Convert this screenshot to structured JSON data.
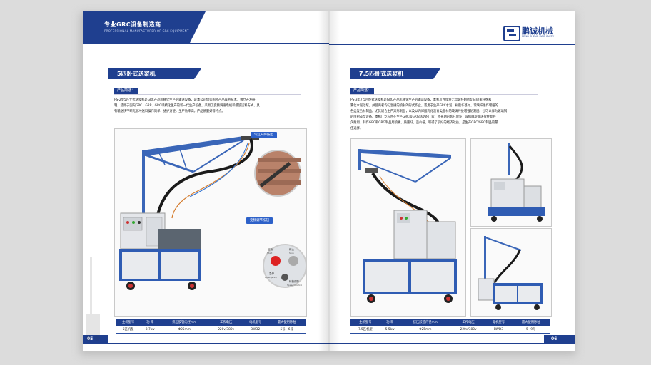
{
  "left_page": {
    "header_title": "专业GRC设备制造商",
    "header_subtitle": "PROFESSIONAL MANUFACTURER OF GRC EQUIPMENT",
    "section_title": "5匹卧式送浆机",
    "desc_tag": "产品简述：",
    "description": [
      "PS-2型5匹立式送浆机是GRC产品机械化生产的输送设备，是本公司借鉴国外产品成熟技术，独立开发研",
      "制，适用于国内GRC、GRP、GRG喷模化生产的新一代生产设备。采用了变频调速电机和螺旋送料方式，具",
      "有输送快不断无脉冲送料操作简单、维护方便，生产效率高，产品质量好等特点。"
    ],
    "callouts": [
      "气缸升降按型",
      "变频调节按钮"
    ],
    "panel_labels": [
      "起动",
      "Start",
      "停止",
      "Stop",
      "急停",
      "Emergency",
      "转换调节",
      "Speed Control"
    ],
    "spec_headers": [
      "主机型号",
      "功 率",
      "挤压胶管内径mm",
      "工作电压",
      "电机型号",
      "最大使用砂粒"
    ],
    "spec_values": [
      "5匹机型",
      "3.7kw",
      "Φ25mm",
      "220v/380v",
      "BWD2",
      "5号、6号"
    ],
    "page_number": "05"
  },
  "right_page": {
    "logo_name": "鹏诚机械",
    "logo_en": "PENG CHENG MACHINERY",
    "section_title": "7.5匹卧式送浆机",
    "desc_tag": "产品简述：",
    "description": [
      "PS-3型7.5匹卧式送浆机是GRC产品机械化生产的输送设备，本机可连续将无捻玻纤粗纱切成短束纤维和",
      "雾化水泥砂浆，并使两者均匀混撞的喷射的形式作业。适用于生产GRC水泥、树脂作基材，玻璃纤维作增强的",
      "各类复合材制品。尤其适合生产异形制品，以及以丙烯酸乳化沥青类基材的玻璃纤维增强防潮层。也可以作为玻璃钢",
      "的喷射成型设备。本机广泛应用在生产GRC和GRG制品的厂家，经长期的客户验证，该机械旋输送搅拌能经",
      "久耐用，制作GRC和GRG制品用喷嘴，质量好，造价低，取得了良好的经济效益，是生产GRC/GRG制品的最",
      "佳选择。"
    ],
    "spec_headers": [
      "主机型号",
      "功 率",
      "挤压胶管内径mm",
      "工作电压",
      "电机型号",
      "最大使用砂粒"
    ],
    "spec_values": [
      "7.5匹机型",
      "5.5kw",
      "Φ25mm",
      "220v/380v",
      "BWD3",
      "5~9号"
    ],
    "page_number": "06"
  },
  "colors": {
    "brand_blue": "#1f3f8f",
    "callout_blue": "#2d61c9"
  }
}
